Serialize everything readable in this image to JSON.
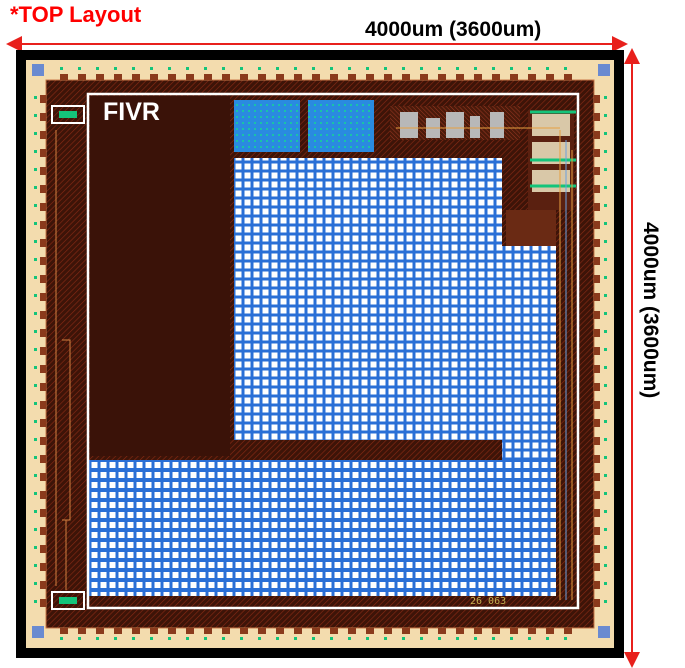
{
  "header": {
    "title": "*TOP Layout"
  },
  "dimensions": {
    "horizontal": "4000um (3600um)",
    "vertical": "4000um (3600um)"
  },
  "blocks": {
    "fivr_label": "FIVR",
    "chip_number": "26 063"
  },
  "colors": {
    "title": "#ff0000",
    "arrow": "#e8201c",
    "pad_ring": "#f3dcae",
    "die_outline": "#000000",
    "substrate": "#3d1408",
    "blue_array": "#2a6fd6",
    "grid_cell": "#ffffff",
    "green_marks": "#14c47a",
    "highlight_box": "#ffffff"
  }
}
